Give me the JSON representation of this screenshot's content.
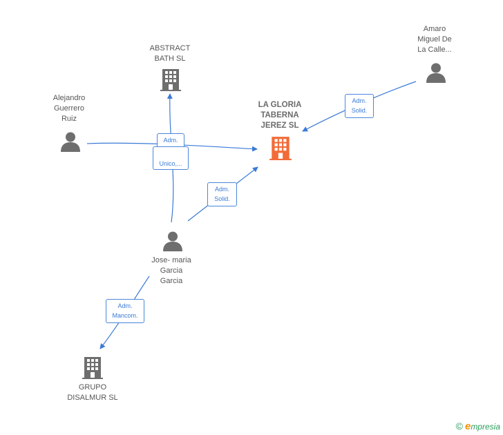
{
  "nodes": {
    "abstract_bath": {
      "label": "ABSTRACT\nBATH SL",
      "type": "company"
    },
    "la_gloria": {
      "label": "LA GLORIA\nTABERNA\nJEREZ  SL",
      "type": "company-main"
    },
    "grupo_disalmur": {
      "label": "GRUPO\nDISALMUR  SL",
      "type": "company"
    },
    "alejandro": {
      "label": "Alejandro\nGuerrero\nRuiz",
      "type": "person"
    },
    "amaro": {
      "label": "Amaro\nMiguel De\nLa Calle...",
      "type": "person"
    },
    "jose_maria": {
      "label": "Jose- maria\nGarcia\nGarcia",
      "type": "person"
    }
  },
  "edges": [
    {
      "from": "alejandro",
      "to": "la_gloria",
      "label": "Adm.\nSolid."
    },
    {
      "from": "jose_maria",
      "to": "abstract_bath",
      "label": "Unico,..."
    },
    {
      "from": "jose_maria",
      "to": "la_gloria",
      "label": "Adm.\nSolid."
    },
    {
      "from": "amaro",
      "to": "la_gloria",
      "label": "Adm.\nSolid."
    },
    {
      "from": "jose_maria",
      "to": "grupo_disalmur",
      "label": "Adm.\nMancom."
    }
  ],
  "colors": {
    "edge": "#3a7ad6",
    "company": "#6e6e6e",
    "company_main": "#f26b38",
    "person": "#6e6e6e"
  },
  "watermark": {
    "symbol": "©",
    "brand_initial": "e",
    "brand_rest": "mpresia"
  }
}
